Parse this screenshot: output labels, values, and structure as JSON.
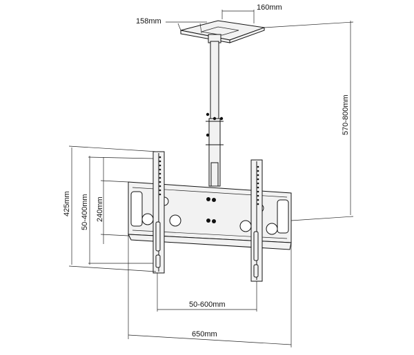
{
  "dimensions": {
    "plate_depth": "158mm",
    "plate_width": "160mm",
    "drop_range": "570-800mm",
    "bracket_height": "425mm",
    "vesa_vertical": "50-400mm",
    "inner_height": "240mm",
    "vesa_horizontal": "50-600mm",
    "overall_width": "650mm"
  }
}
